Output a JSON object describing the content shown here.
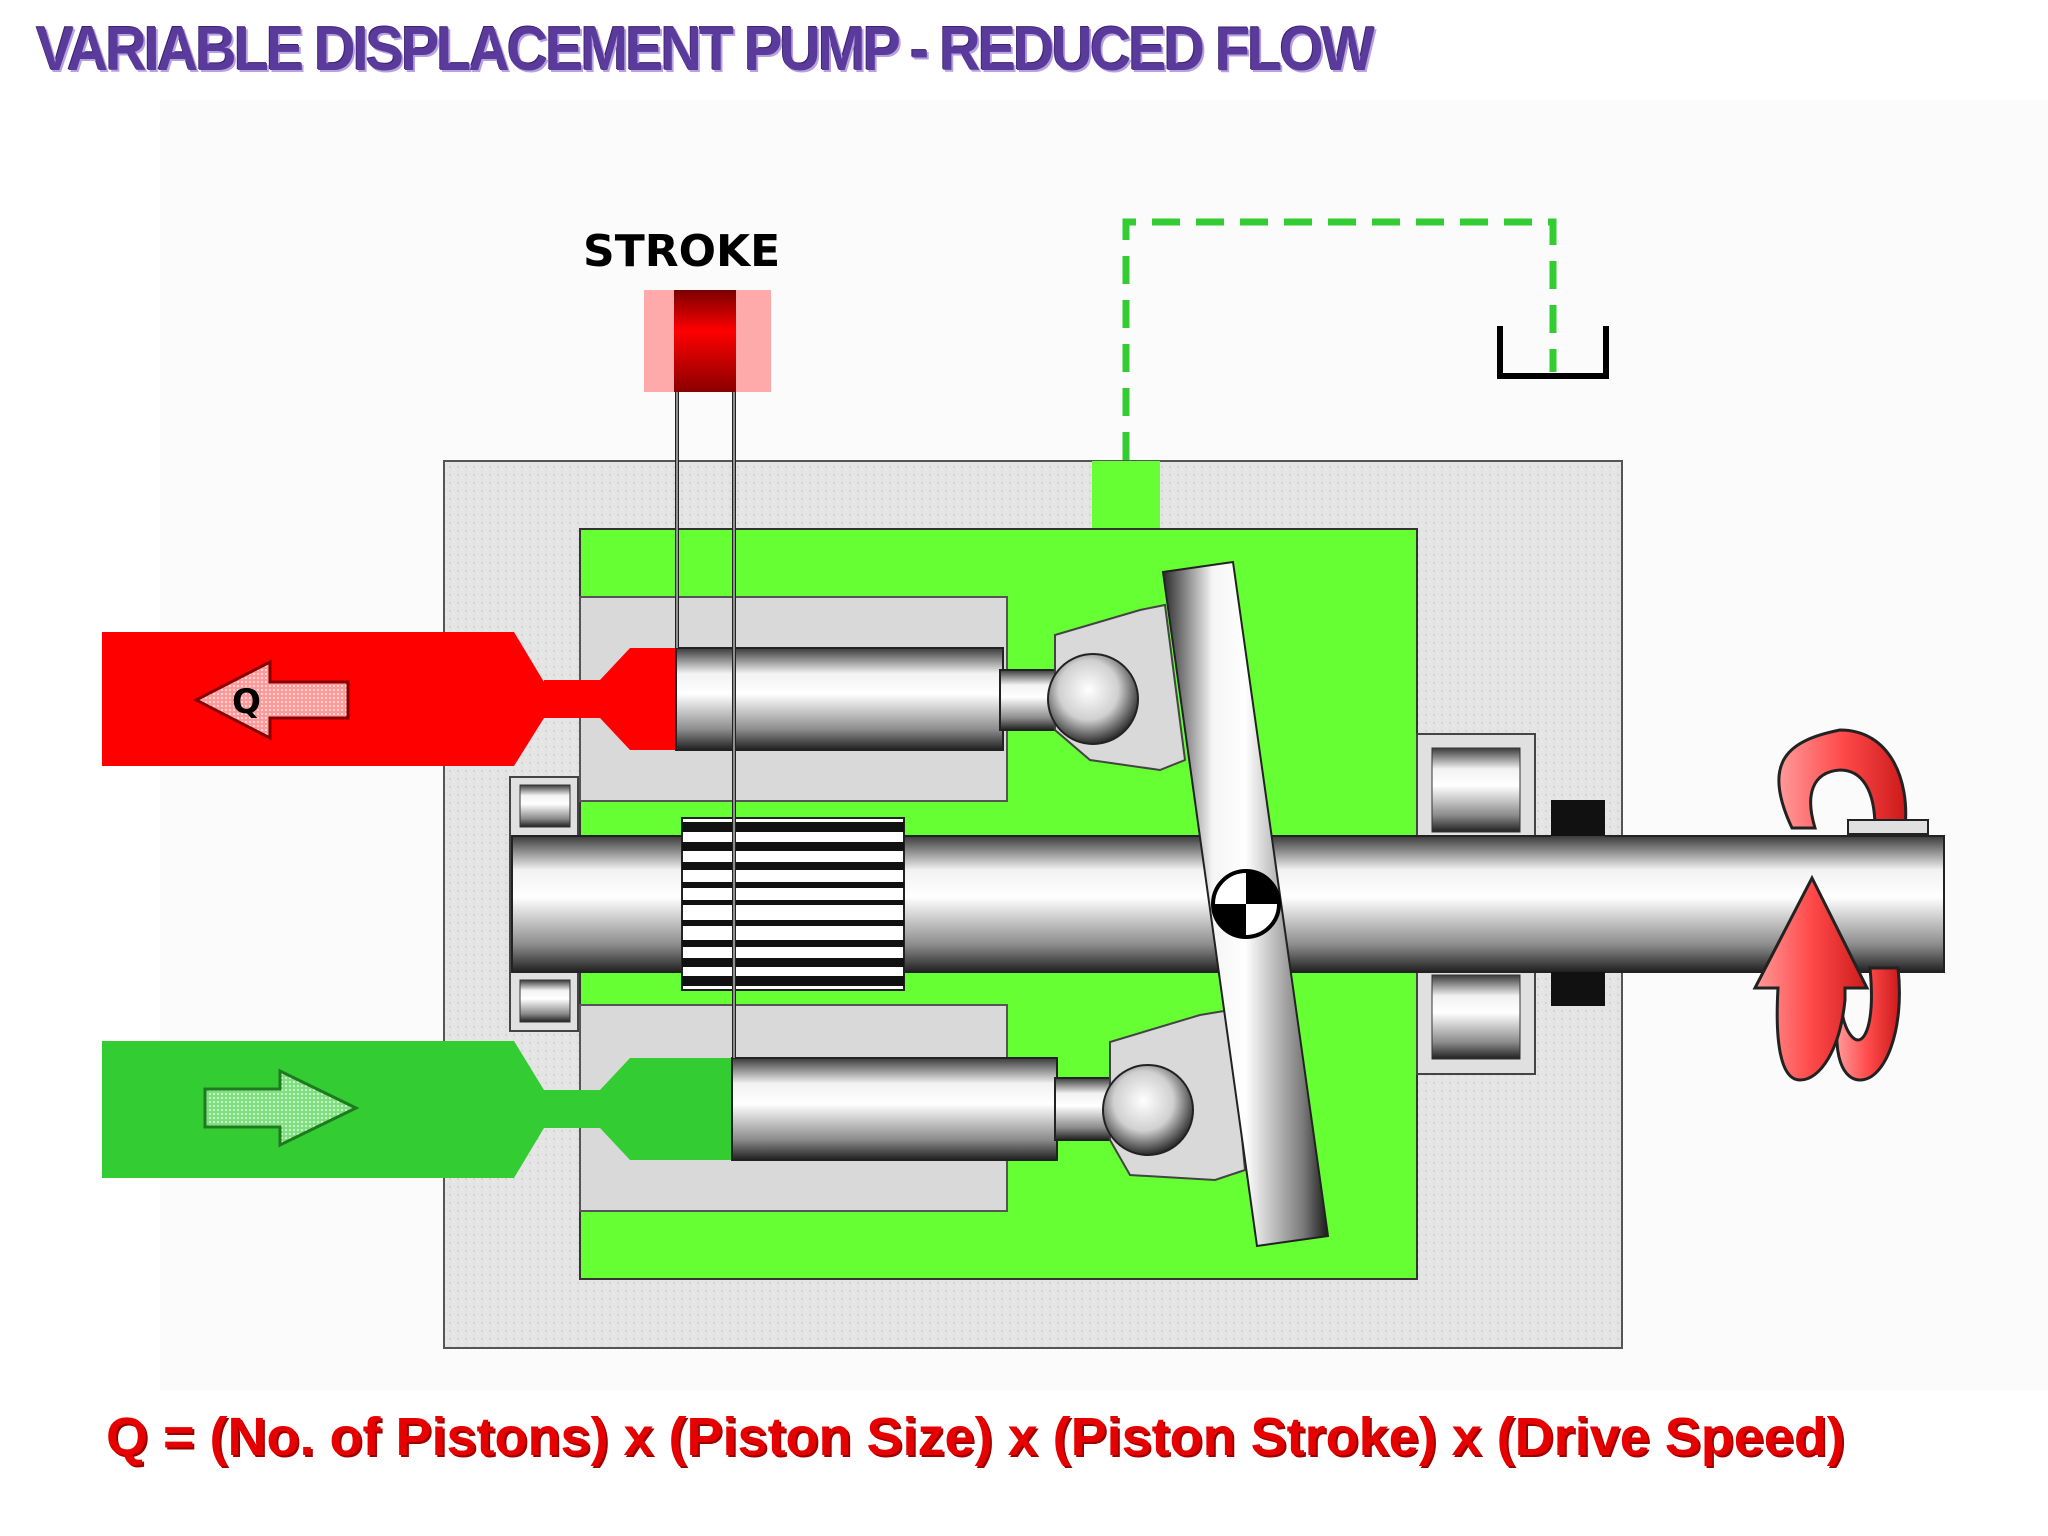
{
  "title": "VARIABLE DISPLACEMENT PUMP - REDUCED FLOW",
  "labels": {
    "stroke": "STROKE",
    "outlet_flow": "Q"
  },
  "formula": "Q = (No. of Pistons) x (Piston Size) x (Piston Stroke) x (Drive Speed)",
  "colors": {
    "title": "#5a3a9a",
    "pressure_oil": "#ff0000",
    "suction_oil": "#33cc33",
    "case_oil": "#66ff33",
    "housing": "#e6e6e6",
    "drain_line": "#33cc33",
    "formula": "#e60000"
  },
  "icons": [
    "outlet-arrow-icon",
    "inlet-arrow-icon",
    "rotation-arrow-icon",
    "tank-icon",
    "pivot-icon"
  ]
}
